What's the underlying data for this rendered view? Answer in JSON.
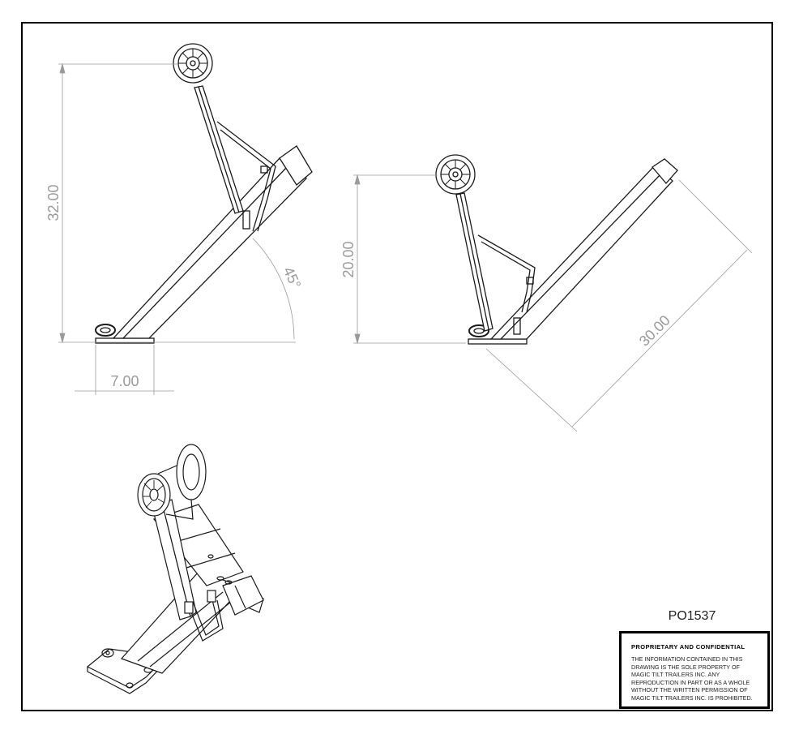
{
  "dimensions": {
    "height_tall": "32.00",
    "base_width": "7.00",
    "angle": "45°",
    "height_short": "20.00",
    "tube_length": "30.00"
  },
  "part_number": "PO1537",
  "notice": {
    "title": "PROPRIETARY AND CONFIDENTIAL",
    "body": "THE INFORMATION CONTAINED IN THIS\nDRAWING IS THE SOLE PROPERTY OF\nMAGIC TILT TRAILERS INC.  ANY\nREPRODUCTION IN PART OR AS A WHOLE\nWITHOUT THE WRITTEN PERMISSION OF\nMAGIC TILT TRAILERS INC. IS PROHIBITED."
  },
  "colors": {
    "line": "#1a1a1a",
    "dimension": "#9a9a9a"
  }
}
